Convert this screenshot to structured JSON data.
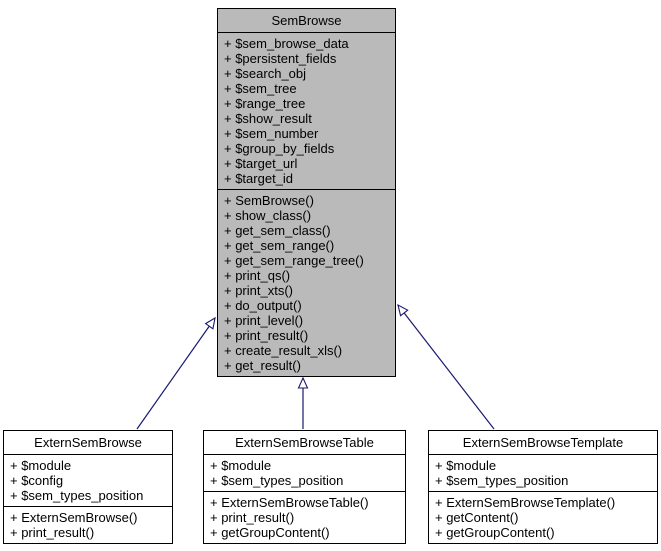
{
  "colors": {
    "base_node_fill": "#bababa",
    "derived_node_fill": "#ffffff",
    "node_border": "#000000",
    "inheritance_arrow": "#191970"
  },
  "base_class": {
    "name": "SemBrowse",
    "fields": [
      "+ $sem_browse_data",
      "+ $persistent_fields",
      "+ $search_obj",
      "+ $sem_tree",
      "+ $range_tree",
      "+ $show_result",
      "+ $sem_number",
      "+ $group_by_fields",
      "+ $target_url",
      "+ $target_id"
    ],
    "methods": [
      "+ SemBrowse()",
      "+ show_class()",
      "+ get_sem_class()",
      "+ get_sem_range()",
      "+ get_sem_range_tree()",
      "+ print_qs()",
      "+ print_xts()",
      "+ do_output()",
      "+ print_level()",
      "+ print_result()",
      "+ create_result_xls()",
      "+ get_result()"
    ]
  },
  "derived_classes": [
    {
      "name": "ExternSemBrowse",
      "fields": [
        "+ $module",
        "+ $config",
        "+ $sem_types_position"
      ],
      "methods": [
        "+ ExternSemBrowse()",
        "+ print_result()"
      ]
    },
    {
      "name": "ExternSemBrowseTable",
      "fields": [
        "+ $module",
        "+ $sem_types_position"
      ],
      "methods": [
        "+ ExternSemBrowseTable()",
        "+ print_result()",
        "+ getGroupContent()"
      ]
    },
    {
      "name": "ExternSemBrowseTemplate",
      "fields": [
        "+ $module",
        "+ $sem_types_position"
      ],
      "methods": [
        "+ ExternSemBrowseTemplate()",
        "+ getContent()",
        "+ getGroupContent()"
      ]
    }
  ],
  "edges": [
    {
      "from": "ExternSemBrowse",
      "to": "SemBrowse",
      "type": "public-inheritance"
    },
    {
      "from": "ExternSemBrowseTable",
      "to": "SemBrowse",
      "type": "public-inheritance"
    },
    {
      "from": "ExternSemBrowseTemplate",
      "to": "SemBrowse",
      "type": "public-inheritance"
    }
  ]
}
